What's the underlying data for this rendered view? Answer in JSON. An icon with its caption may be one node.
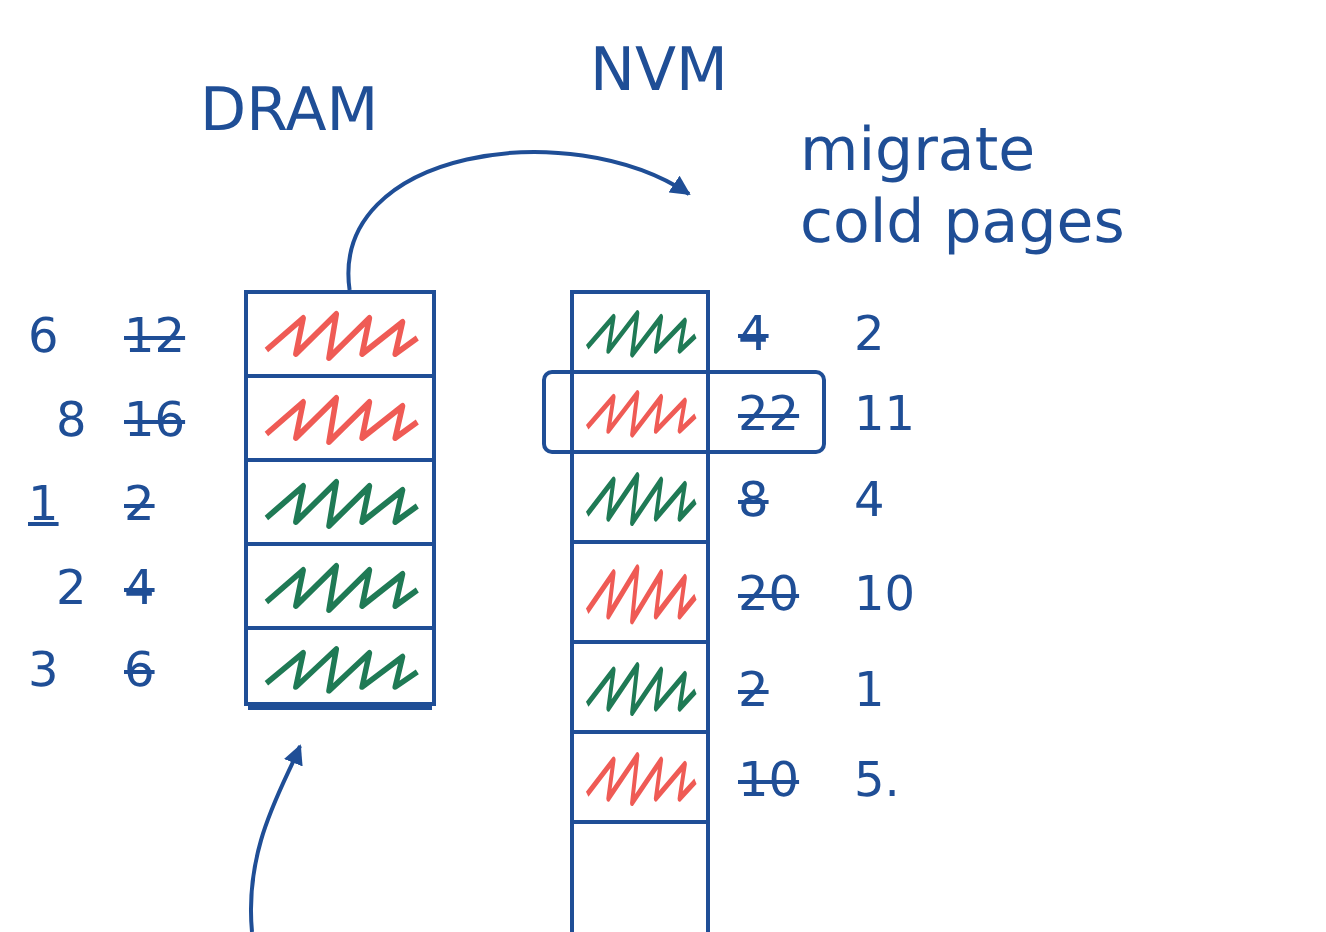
{
  "diagram": {
    "nodes": [
      {
        "text": [
          "DRAM"
        ]
      },
      {
        "text": [],
        "shape": "box",
        "in": 0,
        "beside": [
          "6",
          "12"
        ]
      },
      {
        "text": [],
        "shape": "box",
        "in": 0,
        "beside": [
          "8",
          "16"
        ]
      },
      {
        "text": [],
        "shape": "box",
        "in": 0,
        "beside": [
          "1",
          "2"
        ]
      },
      {
        "text": [],
        "shape": "box",
        "in": 0,
        "beside": [
          "2",
          "4"
        ]
      },
      {
        "text": [],
        "shape": "box",
        "in": 0,
        "beside": [
          "3",
          "6"
        ]
      },
      {
        "text": [
          "NVM"
        ]
      },
      {
        "text": [],
        "shape": "box",
        "in": 6,
        "beside": [
          "4",
          "2"
        ]
      },
      {
        "text": [],
        "shape": "box",
        "in": 6,
        "beside": [
          "22",
          "11"
        ]
      },
      {
        "text": [],
        "shape": "box",
        "in": 6,
        "beside": [
          "8",
          "4"
        ]
      },
      {
        "text": [],
        "shape": "box",
        "in": 6,
        "beside": [
          "20",
          "10"
        ]
      },
      {
        "text": [],
        "shape": "box",
        "in": 6,
        "beside": [
          "2",
          "1"
        ]
      },
      {
        "text": [],
        "shape": "box",
        "in": 6,
        "beside": [
          "10",
          "5."
        ]
      }
    ],
    "edges": [
      {
        "from": 0,
        "to": 6,
        "arrow": "to",
        "label": "migrate cold pages"
      },
      {
        "from": null,
        "to": 0,
        "arrow": "to"
      }
    ]
  }
}
